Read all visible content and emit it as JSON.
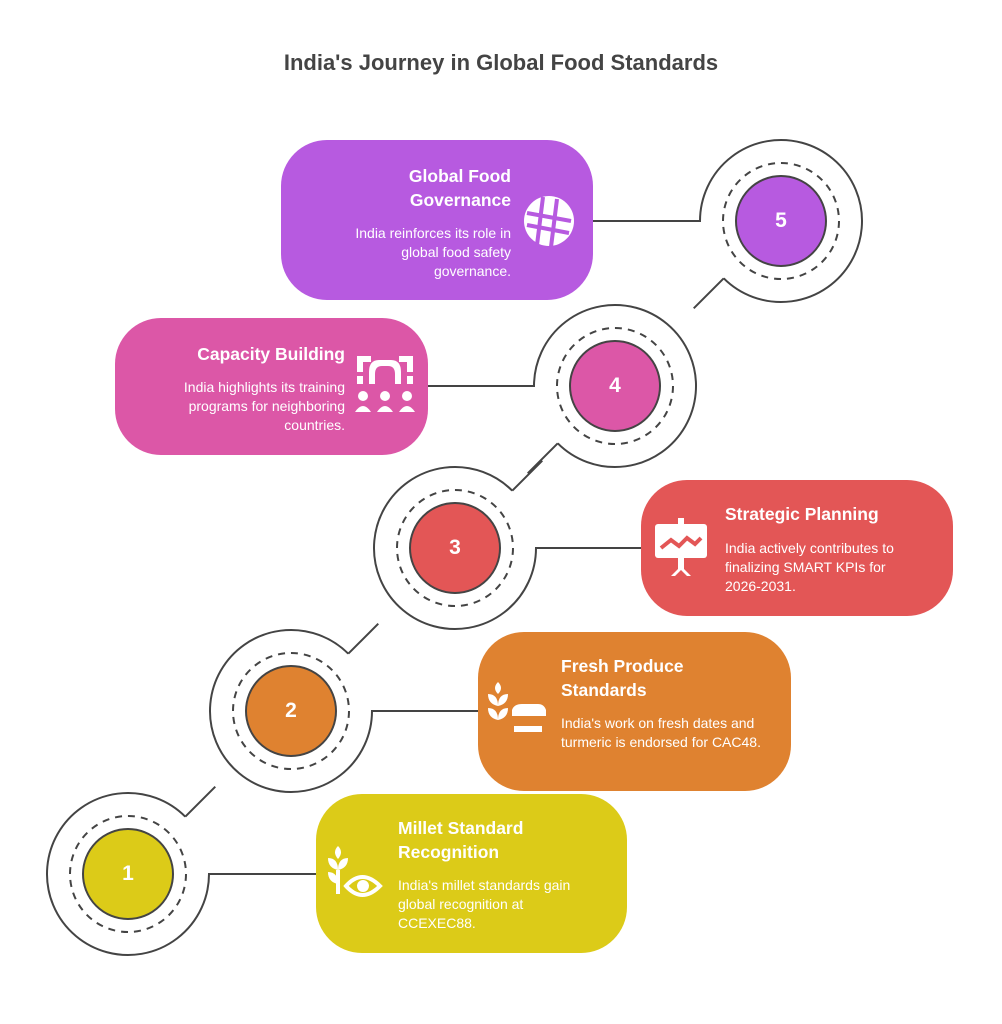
{
  "title": "India's Journey in Global Food Standards",
  "steps": [
    {
      "number": "1",
      "title": "Millet Standard Recognition",
      "description": "India's millet standards gain global recognition at CCEXEC88.",
      "icon": "millet-eye-icon",
      "color": "#dccb18"
    },
    {
      "number": "2",
      "title": "Fresh Produce Standards",
      "description": "India's work on fresh dates and turmeric is endorsed for CAC48.",
      "icon": "grain-market-icon",
      "color": "#df8230"
    },
    {
      "number": "3",
      "title": "Strategic Planning",
      "description": "India actively contributes to finalizing SMART KPIs for 2026-2031.",
      "icon": "presentation-chart-icon",
      "color": "#e35656"
    },
    {
      "number": "4",
      "title": "Capacity Building",
      "description": "India highlights its training programs for neighboring countries.",
      "icon": "training-group-icon",
      "color": "#dc57a7"
    },
    {
      "number": "5",
      "title": "Global Food Governance",
      "description": "India reinforces its role in global food safety governance.",
      "icon": "globe-icon",
      "color": "#b75ae0"
    }
  ]
}
